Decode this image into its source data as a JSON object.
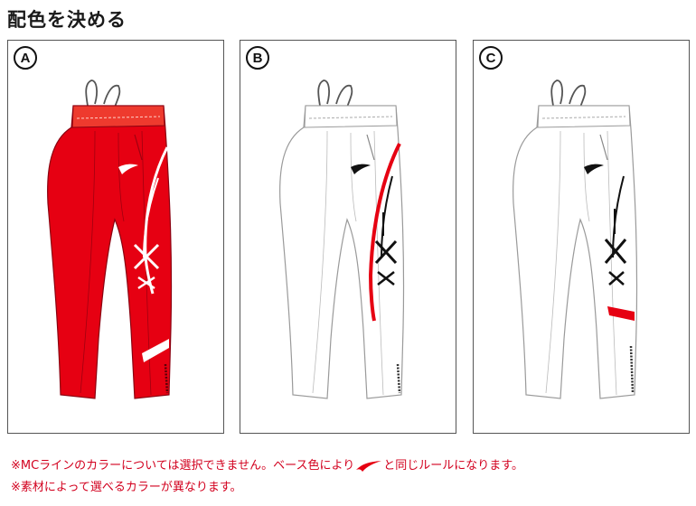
{
  "title": "配色を決める",
  "panels": [
    {
      "letter": "A",
      "variant": "red"
    },
    {
      "letter": "B",
      "variant": "white-red-stripe"
    },
    {
      "letter": "C",
      "variant": "white-red-band"
    }
  ],
  "notes": {
    "line1_before": "※MCラインのカラーについては選択できません。ベース色により",
    "line1_after": "と同じルールになります。",
    "line2": "※素材によって選べるカラーが異なります。"
  },
  "colors": {
    "red": "#e60012",
    "note_text": "#d2001e",
    "outline": "#9a9a9a",
    "border": "#555555"
  },
  "icons": {
    "logo": "mizuno-runbird-icon",
    "drawstring": "drawstring-icon"
  }
}
